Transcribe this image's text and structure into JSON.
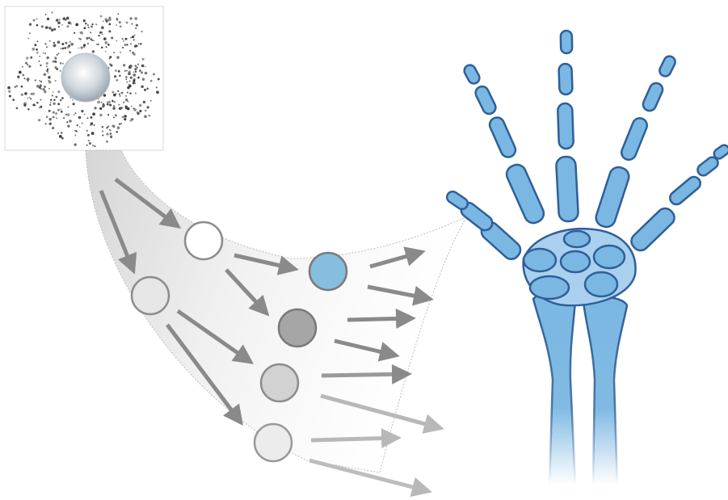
{
  "diagram": {
    "title": "",
    "source_image": "cell-colony-icon",
    "target_image": "hand-skeleton-icon",
    "nodes": [
      {
        "id": "root_a",
        "fill": "#ffffff"
      },
      {
        "id": "root_b",
        "fill": "#e6e6e6"
      },
      {
        "id": "mature_blue",
        "fill": "#86bee0"
      },
      {
        "id": "mid_dark",
        "fill": "#a6a6a6"
      },
      {
        "id": "mid_light",
        "fill": "#d2d2d2"
      },
      {
        "id": "late_pale",
        "fill": "#ececec"
      }
    ],
    "edges": [
      {
        "from": "colony",
        "to": "root_a"
      },
      {
        "from": "colony",
        "to": "root_b"
      },
      {
        "from": "root_a",
        "to": "mature_blue"
      },
      {
        "from": "root_a",
        "to": "mid_dark"
      },
      {
        "from": "root_b",
        "to": "mid_light"
      },
      {
        "from": "root_b",
        "to": "late_pale"
      }
    ],
    "colors": {
      "bone_fill": "#7ab7e2",
      "bone_stroke": "#2f5f98",
      "arrow": "#8a8a8a",
      "node_stroke": "#8c8c8c",
      "highlight": "#86bee0"
    }
  }
}
